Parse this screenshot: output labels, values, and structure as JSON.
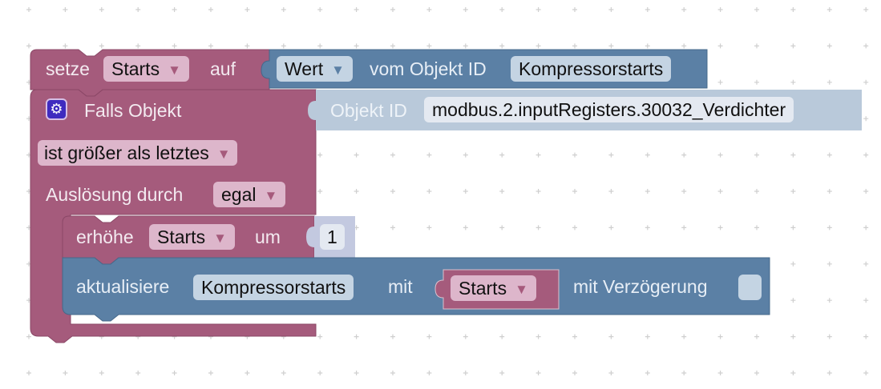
{
  "colors": {
    "variables_block": "#a55b7c",
    "io_block": "#5b80a5",
    "text_block": "#b9c9da",
    "math_block": "#c3c9e0",
    "grid_dot": "#cfcfcf"
  },
  "set_block": {
    "prefix": "setze",
    "variable": "Starts",
    "suffix": "auf"
  },
  "get_value_block": {
    "attribute": "Wert",
    "label": "vom Objekt ID",
    "object_id": "Kompressorstarts"
  },
  "trigger_block": {
    "icon": "gear-icon",
    "title": "Falls Objekt",
    "condition": "ist größer als letztes",
    "trigger_label": "Auslösung durch",
    "trigger_value": "egal"
  },
  "object_id_block": {
    "label": "Objekt ID",
    "object_id": "modbus.2.inputRegisters.30032_Verdichter"
  },
  "increment_block": {
    "prefix": "erhöhe",
    "variable": "Starts",
    "suffix": "um",
    "amount": "1"
  },
  "update_block": {
    "prefix": "aktualisiere",
    "object": "Kompressorstarts",
    "with_label": "mit",
    "value_variable": "Starts",
    "delay_label": "mit Verzögerung",
    "delay_checked": false
  },
  "dropdown_arrow": "▼"
}
